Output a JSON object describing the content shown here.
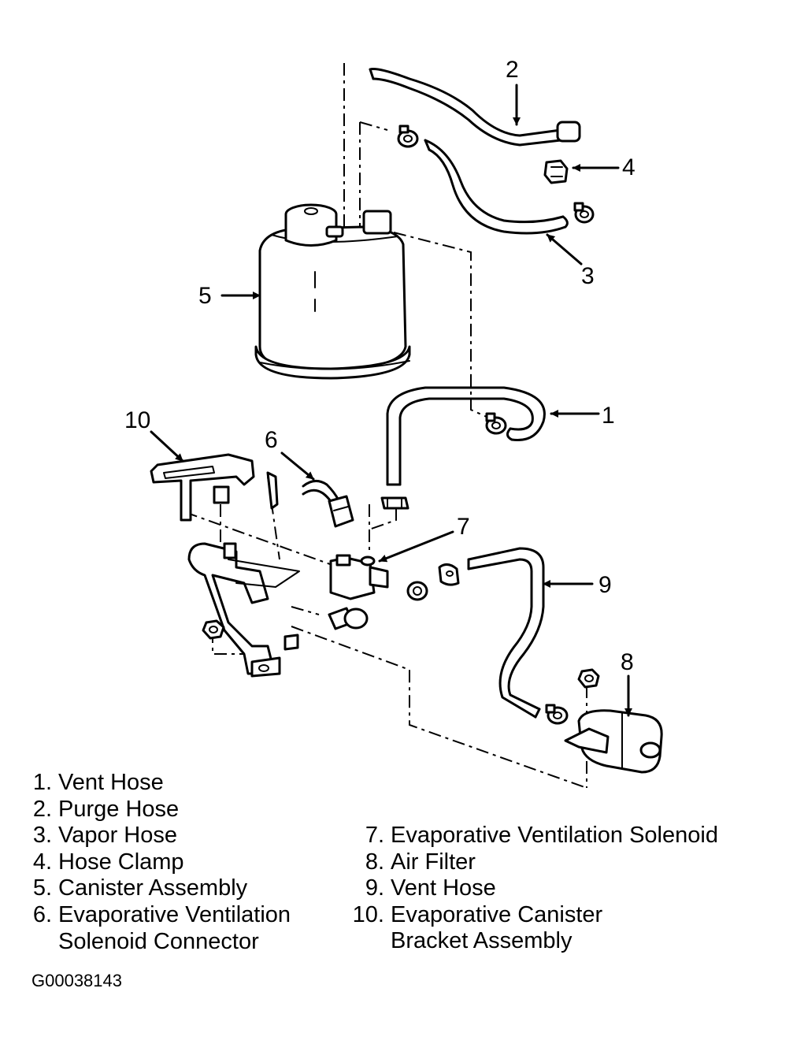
{
  "figure_id": "G00038143",
  "callouts": [
    "1",
    "2",
    "3",
    "4",
    "5",
    "6",
    "7",
    "8",
    "9",
    "10"
  ],
  "legend_left": [
    {
      "num": "1.",
      "lines": [
        "Vent Hose"
      ]
    },
    {
      "num": "2.",
      "lines": [
        "Purge Hose"
      ]
    },
    {
      "num": "3.",
      "lines": [
        "Vapor Hose"
      ]
    },
    {
      "num": "4.",
      "lines": [
        "Hose Clamp"
      ]
    },
    {
      "num": "5.",
      "lines": [
        "Canister Assembly"
      ]
    },
    {
      "num": "6.",
      "lines": [
        "Evaporative Ventilation",
        "Solenoid Connector"
      ]
    }
  ],
  "legend_right": [
    {
      "num": "7.",
      "lines": [
        "Evaporative Ventilation Solenoid"
      ]
    },
    {
      "num": "8.",
      "lines": [
        "Air Filter"
      ]
    },
    {
      "num": "9.",
      "lines": [
        "Vent Hose"
      ]
    },
    {
      "num": "10.",
      "lines": [
        "Evaporative Canister",
        "Bracket Assembly"
      ]
    }
  ]
}
